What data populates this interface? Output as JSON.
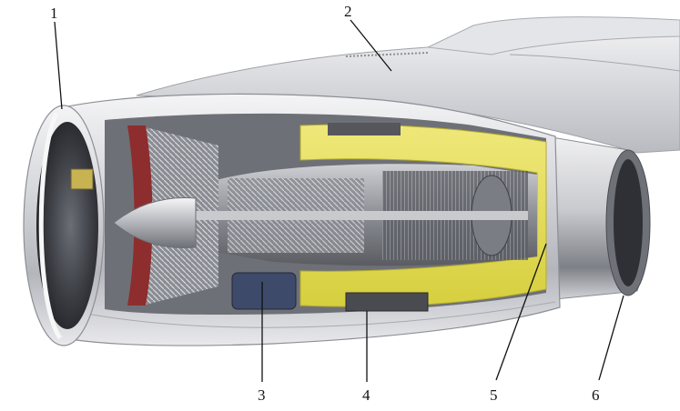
{
  "diagram": {
    "labels": [
      "1",
      "2",
      "3",
      "4",
      "5",
      "6"
    ]
  },
  "colors": {
    "nacelle": "#d9d9dc",
    "nacelle_dark": "#8d8f96",
    "bypass_duct": "#e6df57",
    "core": "#9a9ba0",
    "inlet_dark": "#3c3e44",
    "fan_red": "#8e2d2d"
  }
}
